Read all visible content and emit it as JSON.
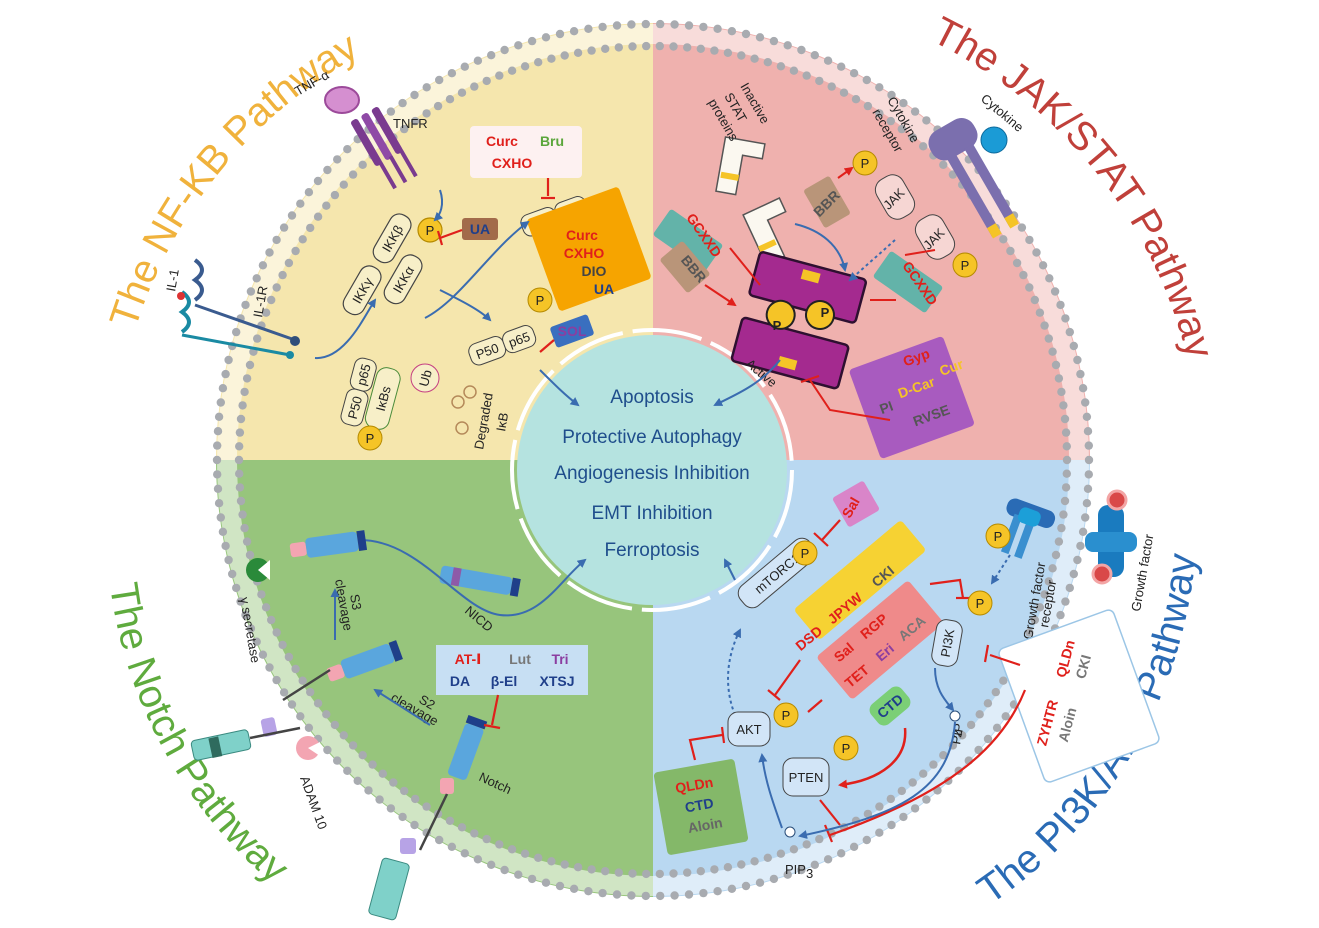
{
  "titles": {
    "nfkb": "The NF-KB Pathway",
    "jak": "The JAK/STAT Pathway",
    "notch": "The Notch Pathway",
    "pi3k": "The PI3K/AKT Pathway"
  },
  "center_outcomes": [
    "Apoptosis",
    "Protective Autophagy",
    "Angiogenesis Inhibition",
    "EMT Inhibition",
    "Ferroptosis"
  ],
  "nfkb": {
    "tnfa": "TNF-α",
    "tnfr": "TNFR",
    "il1": "IL-1",
    "il1r": "IL-1R",
    "ikkg": "IKKγ",
    "ikka": "IKKα",
    "ikkb": "IKKβ",
    "p50": "P50",
    "p65": "p65",
    "ikbs": "IκBs",
    "ub": "Ub",
    "degraded_1": "Degraded",
    "degraded_2": "IκB",
    "p": "P",
    "ua": "UA",
    "sol": "SOL",
    "drugs_top": [
      "Curc",
      "Bru",
      "CXHO"
    ],
    "drugs_orange": [
      "Curc",
      "CXHO",
      "DIO",
      "UA"
    ]
  },
  "jak": {
    "inactive_1": "Inactive",
    "inactive_2": "STAT",
    "inactive_3": "proteins",
    "cytokine": "Cytokine",
    "receptor_1": "Cytokine",
    "receptor_2": "receptor",
    "jak": "JAK",
    "bbr": "BBR",
    "gcxxd": "GCXXD",
    "active": "Active",
    "p": "P",
    "drugs_purple": [
      "Gyp",
      "Cur",
      "D-Car",
      "PI",
      "RVSE"
    ]
  },
  "notch": {
    "nicd": "NICD",
    "s3_1": "S3",
    "s3_2": "cleavage",
    "s2_1": "S2",
    "s2_2": "cleavage",
    "gamma": "γ secretase",
    "adam": "ADAM 10",
    "notch": "Notch",
    "drugs_row1": [
      "AT-Ⅰ",
      "Lut",
      "Tri"
    ],
    "drugs_row2": [
      "DA",
      "β-El",
      "XTSJ"
    ]
  },
  "pi3k": {
    "mtorc1": "mTORC1",
    "sal": "Sal",
    "pi3k": "PI3K",
    "akt": "AKT",
    "pten": "PTEN",
    "pip2": "PIP",
    "pip2_sub": "2",
    "pip3": "PIP",
    "pip3_sub": "3",
    "gf": "Growth factor",
    "gfr_1": "Growth factor",
    "gfr_2": "receptor",
    "ctd": "CTD",
    "p": "P",
    "drugs_yellow": [
      "DSD",
      "JPYW",
      "CKI"
    ],
    "drugs_salmon_1": [
      "Sal",
      "RGP"
    ],
    "drugs_salmon_2": [
      "TET",
      "Eri",
      "ACA"
    ],
    "drugs_green": [
      "QLDn",
      "CTD",
      "Aloin"
    ],
    "drugs_white_1": [
      "ZYHTR",
      "QLDn"
    ],
    "drugs_white_2": [
      "Aloin",
      "CKI"
    ]
  },
  "colors": {
    "nfkb_bg": "#f5e6ad",
    "jak_bg": "#efb1ae",
    "notch_bg": "#97c57c",
    "pi3k_bg": "#b9d8f1",
    "center_bg": "#b5e3e0",
    "nfkb_title": "#f0b23c",
    "jak_title": "#c0403a",
    "notch_title": "#5fab3e",
    "pi3k_title": "#2a6bb5",
    "inhibit": "#e0201b",
    "arrow": "#3a6cb0"
  }
}
